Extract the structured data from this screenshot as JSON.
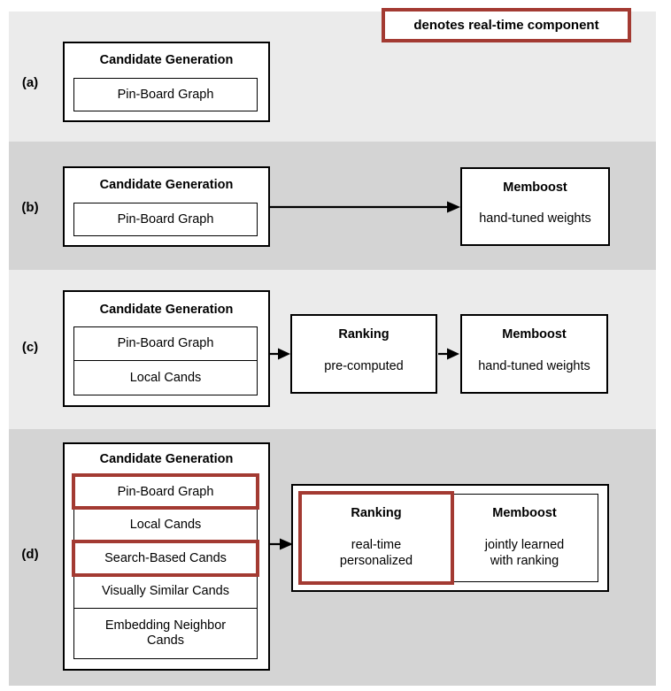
{
  "legend": {
    "text": "denotes real-time component",
    "accent_color": "#a33a32"
  },
  "colors": {
    "band_light": "#ebebeb",
    "band_dark": "#d4d4d4",
    "box_border": "#000000",
    "highlight": "#a33a32",
    "page_background": "#ffffff"
  },
  "rows": [
    {
      "label": "(a)",
      "candidate_generation": {
        "title": "Candidate Generation",
        "items": [
          {
            "text": "Pin-Board Graph",
            "realtime": false
          }
        ]
      },
      "stages": []
    },
    {
      "label": "(b)",
      "candidate_generation": {
        "title": "Candidate Generation",
        "items": [
          {
            "text": "Pin-Board Graph",
            "realtime": false
          }
        ]
      },
      "stages": [
        {
          "title": "Memboost",
          "sub": "hand-tuned weights",
          "realtime": false
        }
      ]
    },
    {
      "label": "(c)",
      "candidate_generation": {
        "title": "Candidate Generation",
        "items": [
          {
            "text": "Pin-Board Graph",
            "realtime": false
          },
          {
            "text": "Local Cands",
            "realtime": false
          }
        ]
      },
      "stages": [
        {
          "title": "Ranking",
          "sub": "pre-computed",
          "realtime": false
        },
        {
          "title": "Memboost",
          "sub": "hand-tuned weights",
          "realtime": false
        }
      ]
    },
    {
      "label": "(d)",
      "candidate_generation": {
        "title": "Candidate Generation",
        "items": [
          {
            "text": "Pin-Board Graph",
            "realtime": true
          },
          {
            "text": "Local Cands",
            "realtime": false
          },
          {
            "text": "Search-Based Cands",
            "realtime": false
          },
          {
            "text": "Visually Similar Cands",
            "realtime": true
          },
          {
            "text": "Embedding Neighbor Cands",
            "realtime": false
          }
        ]
      },
      "stages": [
        {
          "title": "Ranking",
          "sub": "real-time\npersonalized",
          "realtime": true
        },
        {
          "title": "Memboost",
          "sub": "jointly learned\nwith ranking",
          "realtime": false
        }
      ]
    }
  ],
  "row_d_combined_labels": {
    "ranking_title": "Ranking",
    "ranking_sub_line1": "real-time",
    "ranking_sub_line2": "personalized",
    "memboost_title": "Memboost",
    "memboost_sub_line1": "jointly learned",
    "memboost_sub_line2": "with ranking"
  }
}
